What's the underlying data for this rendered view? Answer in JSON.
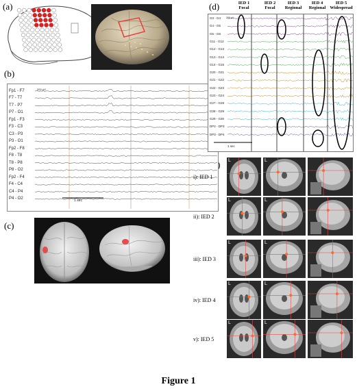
{
  "figure": {
    "caption": "Figure 1",
    "panels": {
      "a": "(a)",
      "b": "(b)",
      "c": "(c)",
      "d": "(d)",
      "e": "(e)"
    }
  },
  "panel_b": {
    "channels": [
      "Fp1 - F7",
      "F7 - T7",
      "T7 - P7",
      "P7 - O1",
      "Fp1 - F3",
      "F3 - C3",
      "C3 - P3",
      "P3 - O1",
      "Fp2 - F8",
      "F8 - T8",
      "T8 - P8",
      "P8 - O2",
      "Fp2 - F4",
      "F4 - C4",
      "C4 - P4",
      "P4 - O2"
    ],
    "amplitude_scale": "200 µV",
    "time_scale": "1 sec"
  },
  "panel_d": {
    "columns": [
      {
        "name": "IED 1",
        "type": "Focal"
      },
      {
        "name": "IED 2",
        "type": "Focal"
      },
      {
        "name": "IED 3",
        "type": "Regional"
      },
      {
        "name": "IED 4",
        "type": "Regional"
      },
      {
        "name": "IED 5",
        "type": "Widespread"
      }
    ],
    "channels": [
      "G3 - G4",
      "G4 - G5",
      "G5 - G6",
      "G11 - G12",
      "G12 - G13",
      "G13 - G14",
      "G14 - G15",
      "G20 - G21",
      "G21 - G22",
      "G22 - G23",
      "G23 - G24",
      "G27 - G28",
      "G28 - G29",
      "G29 - G30",
      "DP2 - DP3",
      "DP3 - DP4"
    ],
    "amplitude_scale": "200 µV",
    "time_scale": "1 sec",
    "trace_colors": [
      "#7a3b9a",
      "#7a3b9a",
      "#7a3b9a",
      "#3fa64a",
      "#3fa64a",
      "#3fa64a",
      "#3fa64a",
      "#c8861a",
      "#c8861a",
      "#c8861a",
      "#c8861a",
      "#2fb4c6",
      "#2fb4c6",
      "#2fb4c6",
      "#6b4ca8",
      "#6b4ca8"
    ]
  },
  "panel_e": {
    "rows": [
      "i): IED 1",
      "ii): IED 2",
      "iii): IED 3",
      "iv): IED 4",
      "v): IED 5"
    ],
    "orientation_marker": "L"
  },
  "colors": {
    "electrode_red": "#dd2222",
    "activation_red": "#e83a3a"
  }
}
